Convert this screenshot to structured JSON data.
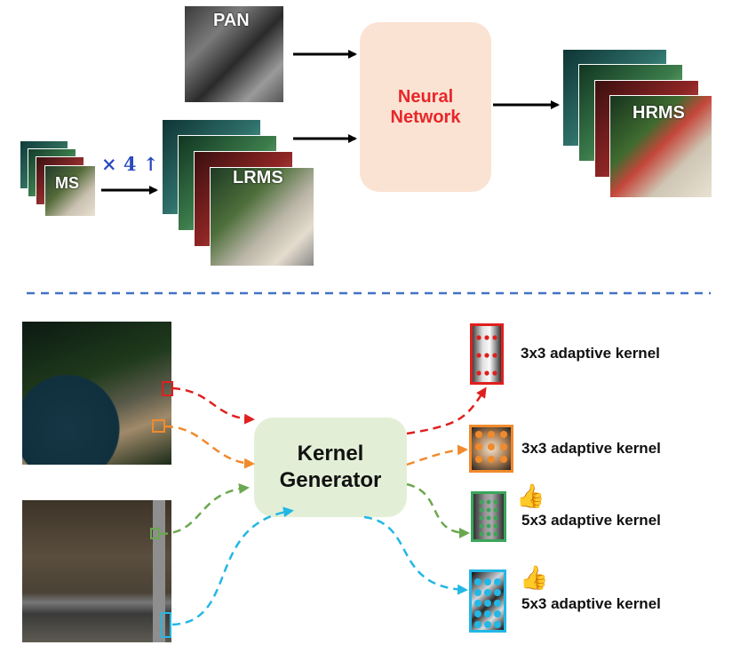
{
  "top": {
    "pan_label": "PAN",
    "ms_label": "MS",
    "upsample_label": "× 4 ↑",
    "lrms_label": "LRMS",
    "hrms_label": "HRMS",
    "network_label_line1": "Neural",
    "network_label_line2": "Network"
  },
  "bottom": {
    "generator_line1": "Kernel",
    "generator_line2": "Generator",
    "kernels": [
      {
        "label": "3x3 adaptive kernel",
        "color": "#e01f1f"
      },
      {
        "label": "3x3 adaptive kernel",
        "color": "#f08a2c"
      },
      {
        "label": "5x3 adaptive kernel",
        "color": "#3aa55a"
      },
      {
        "label": "5x3 adaptive kernel",
        "color": "#23b7e5"
      }
    ]
  },
  "colors": {
    "network_box": "#fbe3d3",
    "generator_box": "#e2efd6",
    "network_text": "#e8262a",
    "divider": "#4472c4",
    "upsample_text": "#2b4bbf"
  }
}
